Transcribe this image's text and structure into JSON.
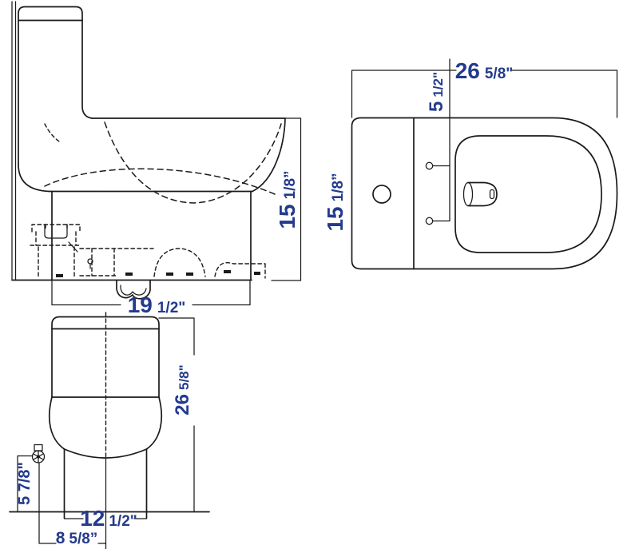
{
  "accent_color": "#233a8d",
  "line_color": "#1a1a1a",
  "drawing": {
    "subject": "one-piece-toilet-dimension-drawing",
    "views": [
      "side-view",
      "top-view",
      "front-view"
    ]
  },
  "views": {
    "side": {
      "height": {
        "main": "15",
        "frac": "1/8”",
        "full": "15 1/8”"
      },
      "depth": {
        "main": "19",
        "frac": "1/2\"",
        "full": "19 1/2\""
      }
    },
    "top": {
      "width": {
        "main": "26",
        "frac": "5/8\"",
        "full": "26 5/8\""
      },
      "bolt_spacing": {
        "main": "5",
        "frac": "1/2\"",
        "full": "5 1/2\""
      },
      "height": {
        "main": "15",
        "frac": "1/8”",
        "full": "15 1/8”"
      }
    },
    "front": {
      "height": {
        "main": "26",
        "frac": "5/8\"",
        "full": "26 5/8\""
      },
      "valve_height": {
        "main": "5 7/8\"",
        "frac": "",
        "full": "5 7/8\""
      },
      "base_width": {
        "main": "12",
        "frac": "1/2\"",
        "full": "12 1/2\""
      },
      "valve_offset": {
        "main": "8",
        "frac": "5/8”",
        "full": "8 5/8”"
      }
    }
  }
}
